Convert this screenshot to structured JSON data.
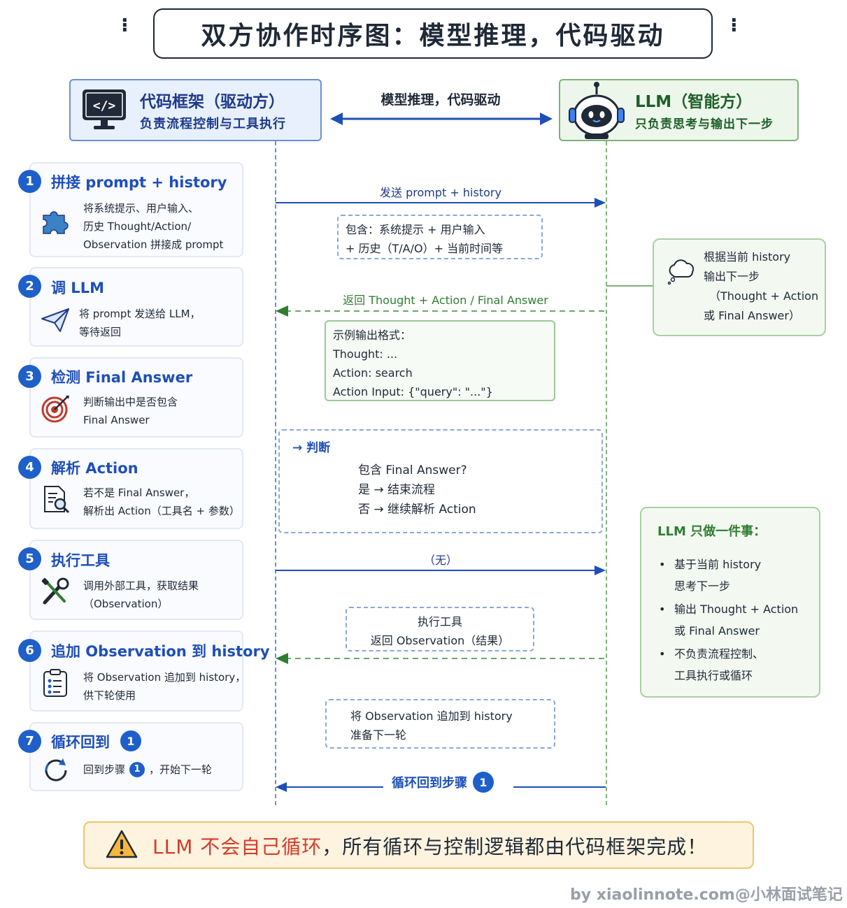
{
  "title": "双方协作时序图：模型推理，代码驱动",
  "title_deco": "⁝",
  "left_actor": {
    "title": "代码框架（驱动方）",
    "subtitle": "负责流程控制与工具执行",
    "icon": "code-monitor-icon"
  },
  "right_actor": {
    "title": "LLM（智能方）",
    "subtitle": "只负责思考与输出下一步",
    "icon": "robot-icon"
  },
  "mid_caption": "模型推理，代码驱动",
  "steps": [
    {
      "num": "1",
      "title": "拼接 prompt + history",
      "icon": "puzzle-icon",
      "desc": [
        "将系统提示、用户输入、",
        "历史 Thought/Action/",
        "Observation 拼接成 prompt"
      ]
    },
    {
      "num": "2",
      "title": "调 LLM",
      "icon": "paper-plane-icon",
      "desc": [
        "将 prompt 发送给 LLM，",
        "等待返回"
      ]
    },
    {
      "num": "3",
      "title": "检测 Final Answer",
      "icon": "target-icon",
      "desc": [
        "判断输出中是否包含",
        "Final Answer"
      ]
    },
    {
      "num": "4",
      "title": "解析 Action",
      "icon": "document-search-icon",
      "desc": [
        "若不是 Final Answer，",
        "解析出 Action（工具名 + 参数）"
      ]
    },
    {
      "num": "5",
      "title": "执行工具",
      "icon": "wrench-screwdriver-icon",
      "desc": [
        "调用外部工具，获取结果",
        "（Observation）"
      ]
    },
    {
      "num": "6",
      "title": "追加 Observation 到 history",
      "icon": "checklist-icon",
      "desc": [
        "将 Observation 追加到 history，",
        "供下轮使用"
      ]
    },
    {
      "num": "7",
      "title": "循环回到",
      "title_badge": "1",
      "icon": "loop-icon",
      "desc_prefix": "回到步骤",
      "desc_badge": "1",
      "desc_suffix": "，开始下一轮"
    }
  ],
  "messages": {
    "send_label": "发送 prompt + history",
    "send_note": [
      "包含：系统提示 + 用户输入",
      "+ 历史（T/A/O）+ 当前时间等"
    ],
    "return_label": "返回 Thought + Action / Final Answer",
    "example_note": [
      "示例输出格式：",
      "Thought: ...",
      "Action: search",
      "Action Input: {\"query\": \"...\"}"
    ],
    "judge_title": "→  判断",
    "judge_lines": [
      "包含 Final Answer?",
      "是  →  结束流程",
      "否  →  继续解析 Action"
    ],
    "none_label": "（无）",
    "exec_note": [
      "执行工具",
      "返回 Observation（结果）"
    ],
    "append_note": [
      "将 Observation 追加到 history",
      "准备下一轮"
    ],
    "loop_label": "循环回到步骤",
    "loop_badge": "1"
  },
  "llm_think": [
    "根据当前 history",
    "输出下一步",
    "（Thought + Action",
    "或 Final Answer）"
  ],
  "llm_panel": {
    "title": "LLM 只做一件事：",
    "bullets": [
      [
        "基于当前 history",
        "思考下一步"
      ],
      [
        "输出 Thought + Action",
        "或 Final Answer"
      ],
      [
        "不负责流程控制、",
        "工具执行或循环"
      ]
    ]
  },
  "banner": {
    "red": "LLM 不会自己循环",
    "rest": "，所有循环与控制逻辑都由代码框架完成！"
  },
  "credit": "by xiaolinnote.com@小林面试笔记",
  "colors": {
    "blue": "#1e5fc9",
    "green": "#2f7d32",
    "red": "#d63b2a"
  }
}
